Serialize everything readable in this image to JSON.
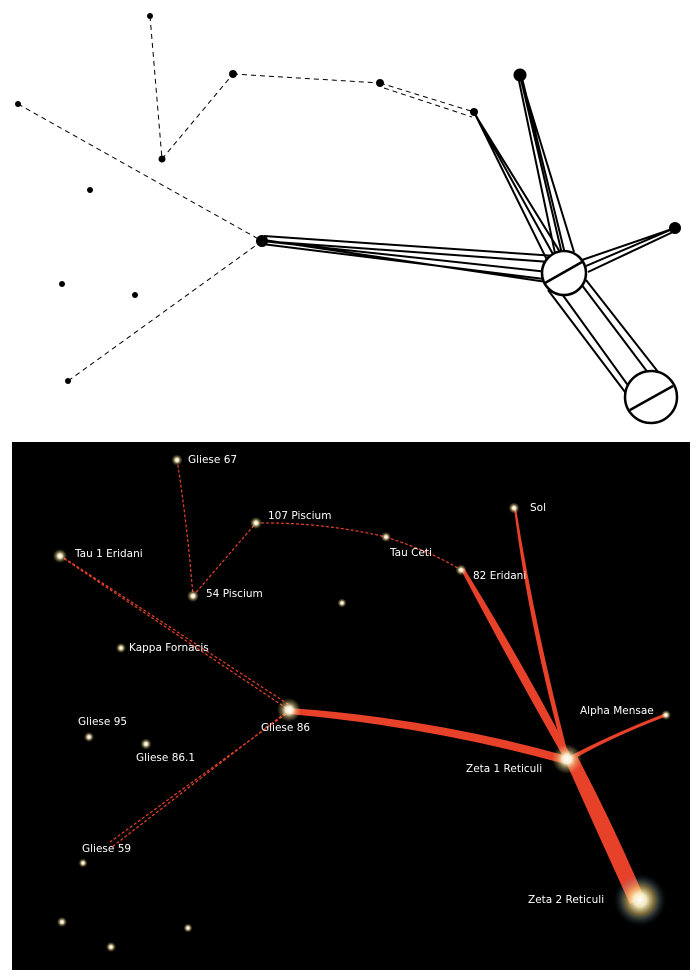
{
  "stars": [
    {
      "name": "Gliese 67"
    },
    {
      "name": "107 Piscium"
    },
    {
      "name": "Sol"
    },
    {
      "name": "Tau 1 Eridani"
    },
    {
      "name": "Tau Ceti"
    },
    {
      "name": "82 Eridani"
    },
    {
      "name": "54 Piscium"
    },
    {
      "name": "Kappa Fornacis"
    },
    {
      "name": "Alpha Mensae"
    },
    {
      "name": "Gliese 95"
    },
    {
      "name": "Gliese 86"
    },
    {
      "name": "Gliese 86.1"
    },
    {
      "name": "Zeta 1 Reticuli"
    },
    {
      "name": "Gliese 59"
    },
    {
      "name": "Zeta 2 Reticuli"
    }
  ],
  "colors": {
    "background_top": "#ffffff",
    "background_bottom": "#000000",
    "sketch_ink": "#000000",
    "route_red": "#e8412a",
    "star_glow": "#fff6d8",
    "label": "#ffffff"
  }
}
